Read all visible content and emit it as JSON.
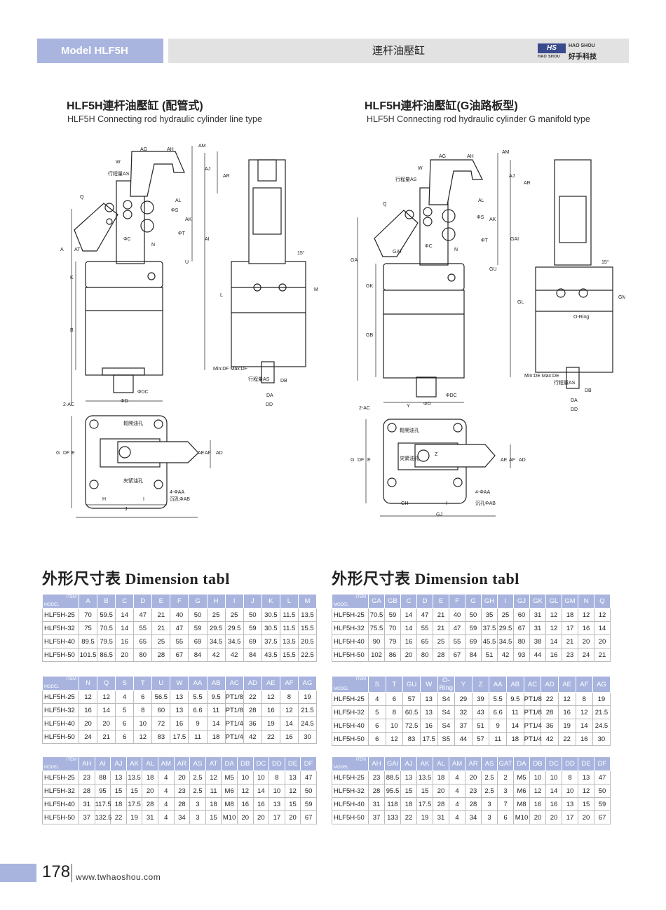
{
  "header": {
    "model": "Model HLF5H",
    "title": "連杆油壓缸",
    "logo_mark": "HS",
    "logo_en": "HAO SHOU",
    "logo_en_small": "HAO SHOU",
    "logo_cn": "好手科技"
  },
  "sections": {
    "left": {
      "title": "HLF5H連杆油壓缸 (配管式)",
      "subtitle": "HLF5H Connecting rod hydraulic cylinder line type"
    },
    "right": {
      "title": "HLF5H連杆油壓缸(G油路板型)",
      "subtitle": "HLF5H Connecting rod hydraulic cylinder G manifold type"
    }
  },
  "drawing_labels": {
    "left": [
      "AG",
      "AH",
      "AM",
      "W",
      "AJ",
      "AR",
      "行程量AS",
      "Q",
      "AL",
      "ΦS",
      "AK",
      "A",
      "AT",
      "ΦC",
      "N",
      "ΦT",
      "U",
      "AI",
      "K",
      "B",
      "15°",
      "L",
      "M",
      "Min:DF Max:DF",
      "行程量AS",
      "DB",
      "DA",
      "DD",
      "ΦD",
      "ΦDC",
      "2-AC",
      "鬆開油孔",
      "夾緊油孔",
      "G",
      "DF",
      "E",
      "AE",
      "AF",
      "AD",
      "H",
      "I",
      "J",
      "4-ΦAA",
      "沉孔ΦAB"
    ],
    "right": [
      "AG",
      "AH",
      "AM",
      "W",
      "AJ",
      "AR",
      "行程量AS",
      "Q",
      "AL",
      "ΦS",
      "AK",
      "GA",
      "GAT",
      "ΦC",
      "N",
      "ΦT",
      "GU",
      "GAI",
      "GK",
      "GB",
      "15°",
      "GL",
      "GM",
      "O-Ring",
      "Min:DE Max:DE",
      "行程量AS",
      "DB",
      "DA",
      "DD",
      "ΦD",
      "ΦDC",
      "2-AC",
      "Y",
      "鬆開油孔",
      "夾緊油孔",
      "Z",
      "G",
      "DF",
      "E",
      "AE",
      "AF",
      "AD",
      "GH",
      "I",
      "GJ",
      "4-ΦAA",
      "沉孔ΦAB"
    ]
  },
  "dimension_title": "外形尺寸表 Dimension tabl",
  "corner": {
    "item": "ITEM",
    "model": "MODEL"
  },
  "tables_left": [
    {
      "headers": [
        "A",
        "B",
        "C",
        "D",
        "E",
        "F",
        "G",
        "H",
        "I",
        "J",
        "K",
        "L",
        "M"
      ],
      "rows": [
        [
          "HLF5H-25",
          "70",
          "59.5",
          "14",
          "47",
          "21",
          "40",
          "50",
          "25",
          "25",
          "50",
          "30.5",
          "11.5",
          "13.5"
        ],
        [
          "HLF5H-32",
          "75",
          "70.5",
          "14",
          "55",
          "21",
          "47",
          "59",
          "29.5",
          "29.5",
          "59",
          "30.5",
          "11.5",
          "15.5"
        ],
        [
          "HLF5H-40",
          "89.5",
          "79.5",
          "16",
          "65",
          "25",
          "55",
          "69",
          "34.5",
          "34.5",
          "69",
          "37.5",
          "13.5",
          "20.5"
        ],
        [
          "HLF5H-50",
          "101.5",
          "86.5",
          "20",
          "80",
          "28",
          "67",
          "84",
          "42",
          "42",
          "84",
          "43.5",
          "15.5",
          "22.5"
        ]
      ]
    },
    {
      "headers": [
        "N",
        "Q",
        "S",
        "T",
        "U",
        "W",
        "AA",
        "AB",
        "AC",
        "AD",
        "AE",
        "AF",
        "AG"
      ],
      "rows": [
        [
          "HLF5H-25",
          "12",
          "12",
          "4",
          "6",
          "56.5",
          "13",
          "5.5",
          "9.5",
          "PT1/8",
          "22",
          "12",
          "8",
          "19"
        ],
        [
          "HLF5H-32",
          "16",
          "14",
          "5",
          "8",
          "60",
          "13",
          "6.6",
          "11",
          "PT1/8",
          "28",
          "16",
          "12",
          "21.5"
        ],
        [
          "HLF5H-40",
          "20",
          "20",
          "6",
          "10",
          "72",
          "16",
          "9",
          "14",
          "PT1/4",
          "36",
          "19",
          "14",
          "24.5"
        ],
        [
          "HLF5H-50",
          "24",
          "21",
          "6",
          "12",
          "83",
          "17.5",
          "11",
          "18",
          "PT1/4",
          "42",
          "22",
          "16",
          "30"
        ]
      ]
    },
    {
      "headers": [
        "AH",
        "AI",
        "AJ",
        "AK",
        "AL",
        "AM",
        "AR",
        "AS",
        "AT",
        "DA",
        "DB",
        "DC",
        "DD",
        "DE",
        "DF"
      ],
      "rows": [
        [
          "HLF5H-25",
          "23",
          "88",
          "13",
          "13.5",
          "18",
          "4",
          "20",
          "2.5",
          "12",
          "M5",
          "10",
          "10",
          "8",
          "13",
          "47"
        ],
        [
          "HLF5H-32",
          "28",
          "95",
          "15",
          "15",
          "20",
          "4",
          "23",
          "2.5",
          "11",
          "M6",
          "12",
          "14",
          "10",
          "12",
          "50"
        ],
        [
          "HLF5H-40",
          "31",
          "117.5",
          "18",
          "17.5",
          "28",
          "4",
          "28",
          "3",
          "18",
          "M8",
          "16",
          "16",
          "13",
          "15",
          "59"
        ],
        [
          "HLF5H-50",
          "37",
          "132.5",
          "22",
          "19",
          "31",
          "4",
          "34",
          "3",
          "15",
          "M10",
          "20",
          "20",
          "17",
          "20",
          "67"
        ]
      ]
    }
  ],
  "tables_right": [
    {
      "headers": [
        "GA",
        "GB",
        "C",
        "D",
        "E",
        "F",
        "G",
        "GH",
        "I",
        "GJ",
        "GK",
        "GL",
        "GM",
        "N",
        "Q"
      ],
      "rows": [
        [
          "HLF5H-25",
          "70.5",
          "59",
          "14",
          "47",
          "21",
          "40",
          "50",
          "35",
          "25",
          "60",
          "31",
          "12",
          "18",
          "12",
          "12"
        ],
        [
          "HLF5H-32",
          "75.5",
          "70",
          "14",
          "55",
          "21",
          "47",
          "59",
          "37.5",
          "29.5",
          "67",
          "31",
          "12",
          "17",
          "16",
          "14"
        ],
        [
          "HLF5H-40",
          "90",
          "79",
          "16",
          "65",
          "25",
          "55",
          "69",
          "45.5",
          "34.5",
          "80",
          "38",
          "14",
          "21",
          "20",
          "20"
        ],
        [
          "HLF5H-50",
          "102",
          "86",
          "20",
          "80",
          "28",
          "67",
          "84",
          "51",
          "42",
          "93",
          "44",
          "16",
          "23",
          "24",
          "21"
        ]
      ]
    },
    {
      "headers": [
        "S",
        "T",
        "GU",
        "W",
        "O-Ring",
        "Y",
        "Z",
        "AA",
        "AB",
        "AC",
        "AD",
        "AE",
        "AF",
        "AG"
      ],
      "rows": [
        [
          "HLF5H-25",
          "4",
          "6",
          "57",
          "13",
          "S4",
          "29",
          "39",
          "5.5",
          "9.5",
          "PT1/8",
          "22",
          "12",
          "8",
          "19"
        ],
        [
          "HLF5H-32",
          "5",
          "8",
          "60.5",
          "13",
          "S4",
          "32",
          "43",
          "6.6",
          "11",
          "PT1/8",
          "28",
          "16",
          "12",
          "21.5"
        ],
        [
          "HLF5H-40",
          "6",
          "10",
          "72.5",
          "16",
          "S4",
          "37",
          "51",
          "9",
          "14",
          "PT1/4",
          "36",
          "19",
          "14",
          "24.5"
        ],
        [
          "HLF5H-50",
          "6",
          "12",
          "83",
          "17.5",
          "S5",
          "44",
          "57",
          "11",
          "18",
          "PT1/4",
          "42",
          "22",
          "16",
          "30"
        ]
      ]
    },
    {
      "headers": [
        "AH",
        "GAI",
        "AJ",
        "AK",
        "AL",
        "AM",
        "AR",
        "AS",
        "GAT",
        "DA",
        "DB",
        "DC",
        "DD",
        "DE",
        "DF"
      ],
      "rows": [
        [
          "HLF5H-25",
          "23",
          "88.5",
          "13",
          "13.5",
          "18",
          "4",
          "20",
          "2.5",
          "2",
          "M5",
          "10",
          "10",
          "8",
          "13",
          "47"
        ],
        [
          "HLF5H-32",
          "28",
          "95.5",
          "15",
          "15",
          "20",
          "4",
          "23",
          "2.5",
          "3",
          "M6",
          "12",
          "14",
          "10",
          "12",
          "50"
        ],
        [
          "HLF5H-40",
          "31",
          "118",
          "18",
          "17.5",
          "28",
          "4",
          "28",
          "3",
          "7",
          "M8",
          "16",
          "16",
          "13",
          "15",
          "59"
        ],
        [
          "HLF5H-50",
          "37",
          "133",
          "22",
          "19",
          "31",
          "4",
          "34",
          "3",
          "6",
          "M10",
          "20",
          "20",
          "17",
          "20",
          "67"
        ]
      ]
    }
  ],
  "footer": {
    "page": "178",
    "url": "www.twhaoshou.com"
  }
}
